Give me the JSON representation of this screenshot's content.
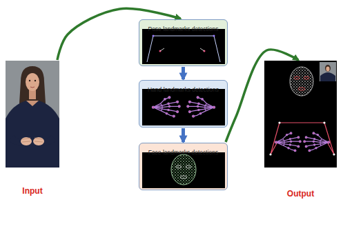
{
  "diagram": {
    "nodes": [
      {
        "text": [
          "Input"
        ]
      },
      {
        "text": [
          "Pose landmarks detections"
        ]
      },
      {
        "text": [
          "Hand landmarks detections"
        ]
      },
      {
        "text": [
          "Face landmarks detections"
        ]
      },
      {
        "text": [
          "Output"
        ]
      }
    ],
    "edges": [
      {
        "from": 0,
        "to": 1,
        "arrow": "to"
      },
      {
        "from": 1,
        "to": 2,
        "arrow": "to"
      },
      {
        "from": 2,
        "to": 3,
        "arrow": "to"
      },
      {
        "from": 3,
        "to": 4,
        "arrow": "to"
      }
    ]
  }
}
